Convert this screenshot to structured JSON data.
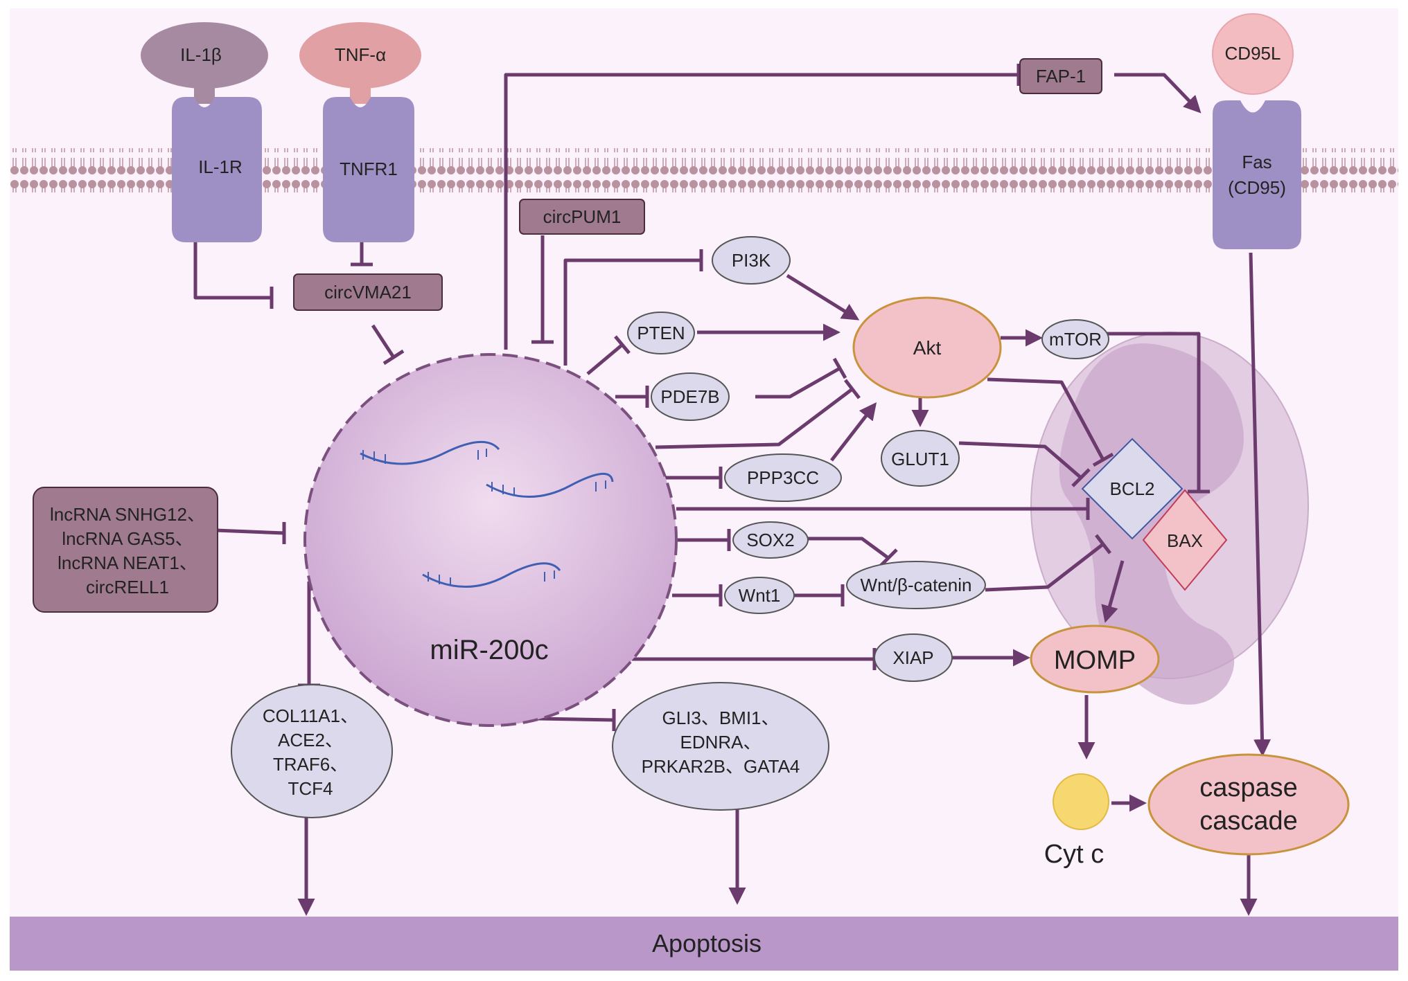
{
  "receptors": {
    "il1b": "IL-1β",
    "tnfa": "TNF-α",
    "il1r": "IL-1R",
    "tnfr1": "TNFR1",
    "cd95l": "CD95L",
    "fas_line1": "Fas",
    "fas_line2": "(CD95)"
  },
  "regulators": {
    "fap1": "FAP-1",
    "circpum1": "circPUM1",
    "circvma21": "circVMA21",
    "lnc_line1": "lncRNA SNHG12、",
    "lnc_line2": "lncRNA GAS5、",
    "lnc_line3": "lncRNA NEAT1、",
    "lnc_line4": "circRELL1"
  },
  "center": {
    "mir": "miR-200c"
  },
  "targets": {
    "pi3k": "PI3K",
    "pten": "PTEN",
    "pde7b": "PDE7B",
    "ppp3cc": "PPP3CC",
    "sox2": "SOX2",
    "wnt1": "Wnt1",
    "wnt_bcat": "Wnt/β-catenin",
    "xiap": "XIAP",
    "akt": "Akt",
    "mtor": "mTOR",
    "glut1": "GLUT1",
    "bcl2": "BCL2",
    "bax": "BAX",
    "momp": "MOMP",
    "cytc": "Cyt c",
    "caspase_line1": "caspase",
    "caspase_line2": "cascade",
    "col_line1": "COL11A1、",
    "col_line2": "ACE2、",
    "col_line3": "TRAF6、",
    "col_line4": "TCF4",
    "gli_line1": "GLI3、BMI1、",
    "gli_line2": "EDNRA、",
    "gli_line3": "PRKAR2B、GATA4"
  },
  "footer": {
    "apoptosis": "Apoptosis"
  },
  "colors": {
    "line": "#6c3b6e",
    "receptor": "#9e90c4",
    "mauve_box": "#a07a8e",
    "node_fill": "#ddd9ec",
    "akt_fill": "#f3c2c8",
    "apoptosis_bar": "#b997c9",
    "cell_bg": "#fbf2fb"
  }
}
